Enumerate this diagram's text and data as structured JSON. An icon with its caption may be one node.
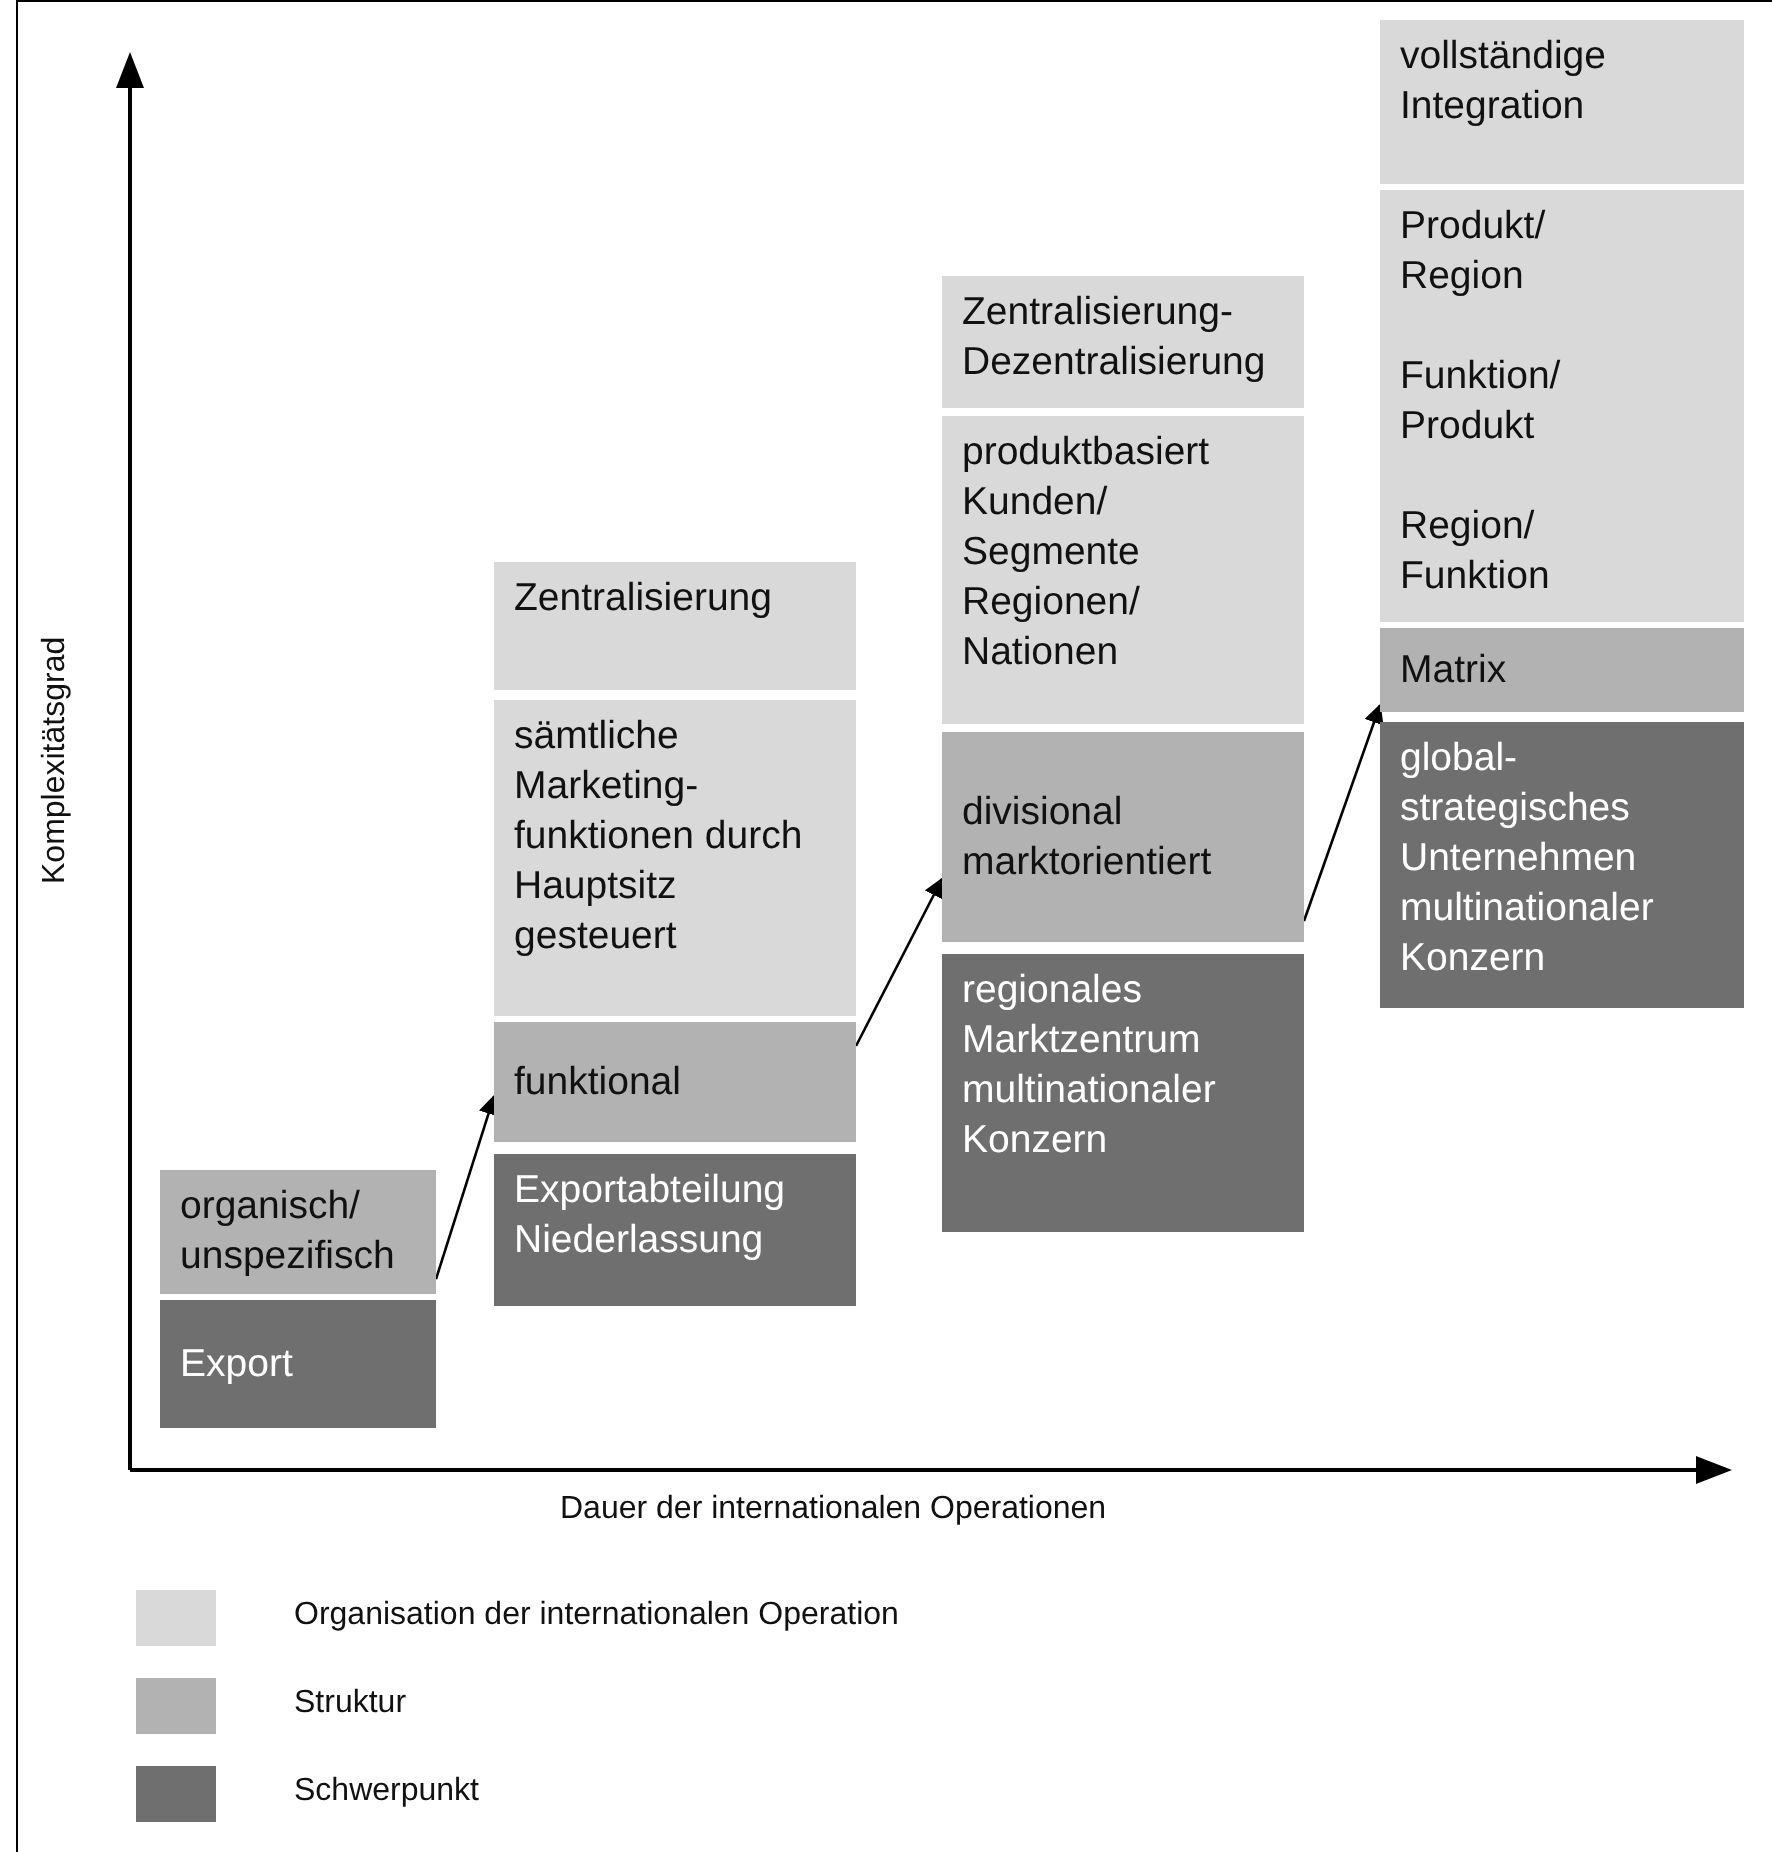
{
  "diagram": {
    "nodes": [
      {
        "text": [
          "organisch/ unspezifisch"
        ]
      },
      {
        "text": [
          "Export"
        ]
      },
      {
        "text": [
          "Zentralisierung"
        ]
      },
      {
        "text": [
          "sämtliche Marketing- funktionen durch Hauptsitz gesteuert"
        ]
      },
      {
        "text": [
          "funktional"
        ]
      },
      {
        "text": [
          "Exportabteilung Niederlassung"
        ]
      },
      {
        "text": [
          "Zentralisierung- Dezentralisierung"
        ]
      },
      {
        "text": [
          "produktbasiert Kunden/ Segmente Regionen/ Nationen"
        ]
      },
      {
        "text": [
          "divisional marktorientiert"
        ]
      },
      {
        "text": [
          "regionales Marktzentrum multinationaler Konzern"
        ]
      },
      {
        "text": [
          "vollständige Integration"
        ]
      },
      {
        "text": [
          "Produkt/ Region",
          "Funktion/ Produkt",
          "Region/ Funktion"
        ]
      },
      {
        "text": [
          "Matrix"
        ]
      },
      {
        "text": [
          "global- strategisches Unternehmen multinationaler Konzern"
        ]
      }
    ],
    "edges": [
      {
        "from": 0,
        "to": 4,
        "arrow": "to"
      },
      {
        "from": 4,
        "to": 8,
        "arrow": "to"
      },
      {
        "from": 8,
        "to": 12,
        "arrow": "to"
      }
    ],
    "labels": [
      "Komplexitätsgrad",
      "Dauer der internationalen Operationen"
    ],
    "legend": [
      {
        "text": "Organisation der internationalen Operation",
        "color": "#d9d9d9"
      },
      {
        "text": "Struktur",
        "color": "#b2b2b2"
      },
      {
        "text": "Schwerpunkt",
        "color": "#6f6f6f"
      }
    ]
  }
}
